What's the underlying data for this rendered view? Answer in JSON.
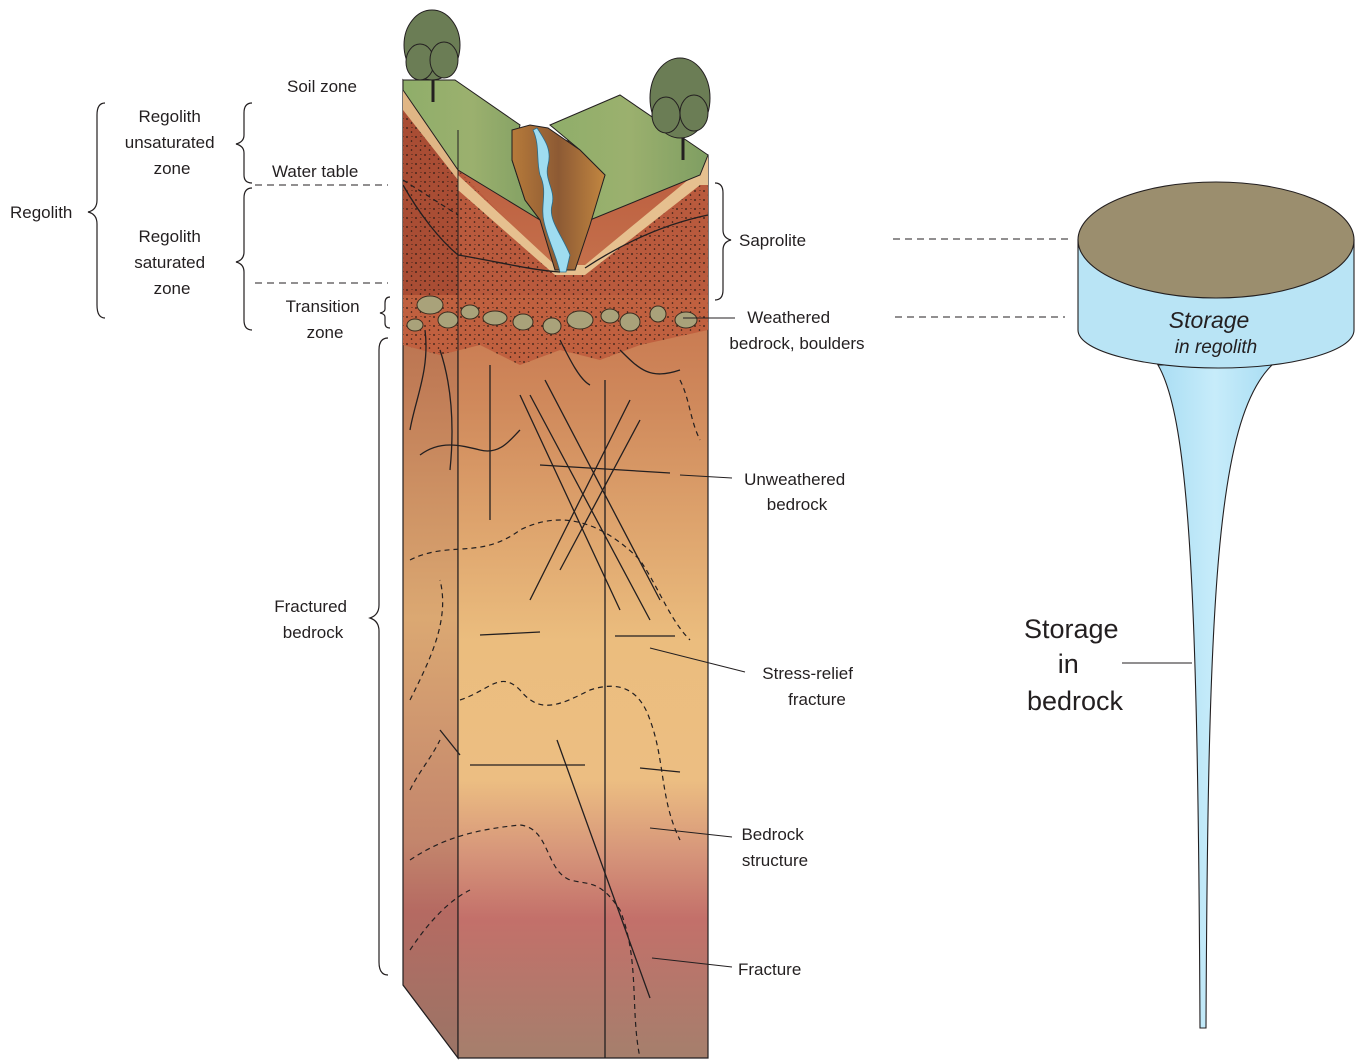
{
  "labels": {
    "regolith": "Regolith",
    "soil_zone": "Soil zone",
    "regolith_unsaturated": [
      "Regolith",
      "unsaturated",
      "zone"
    ],
    "water_table": "Water table",
    "regolith_saturated": [
      "Regolith",
      "saturated",
      "zone"
    ],
    "transition_zone": [
      "Transition",
      "zone"
    ],
    "fractured_bedrock": [
      "Fractured",
      "bedrock"
    ],
    "saprolite": "Saprolite",
    "weathered_bedrock": [
      "Weathered",
      "bedrock, boulders"
    ],
    "unweathered_bedrock": [
      "Unweathered",
      "bedrock"
    ],
    "stress_relief_fracture": [
      "Stress-relief",
      "fracture"
    ],
    "bedrock_structure": [
      "Bedrock",
      "structure"
    ],
    "fracture": "Fracture",
    "storage_in_regolith": [
      "Storage",
      "in regolith"
    ],
    "storage_in_bedrock": [
      "Storage",
      "in",
      "bedrock"
    ]
  },
  "colors": {
    "grass": "#8fae6a",
    "soil_band": "#e3bc8a",
    "saprolite": "#b8583c",
    "bedrock_top": "#c6704a",
    "bedrock_mid": "#ebbd7e",
    "bedrock_lower": "#c47566",
    "stream": "#9fdcf0",
    "tank_top": "#9b8e6e",
    "tank_body": "#b9e4f5",
    "tree": "#6b7d55"
  }
}
